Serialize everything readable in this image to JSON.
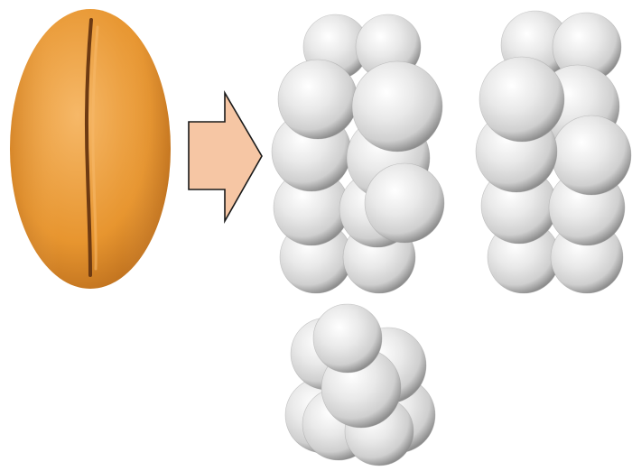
{
  "figure": {
    "background": "#ffffff",
    "grain": {
      "icon": "wheat-kernel",
      "color_light": "#f6b868",
      "color_mid": "#e7952f",
      "color_dark": "#b76a1b",
      "crease_color": "#6d3a12"
    },
    "arrow": {
      "icon": "right-arrow",
      "fill": "#f6c6a4",
      "stroke": "#1a1a1a"
    },
    "models": {
      "icon": "sphere-cluster",
      "count": 3,
      "sphere_light": "#ffffff",
      "sphere_mid": "#cfcfcf",
      "sphere_dark": "#8e8e8e",
      "views": [
        "front-view",
        "side-view",
        "top-view"
      ]
    }
  }
}
